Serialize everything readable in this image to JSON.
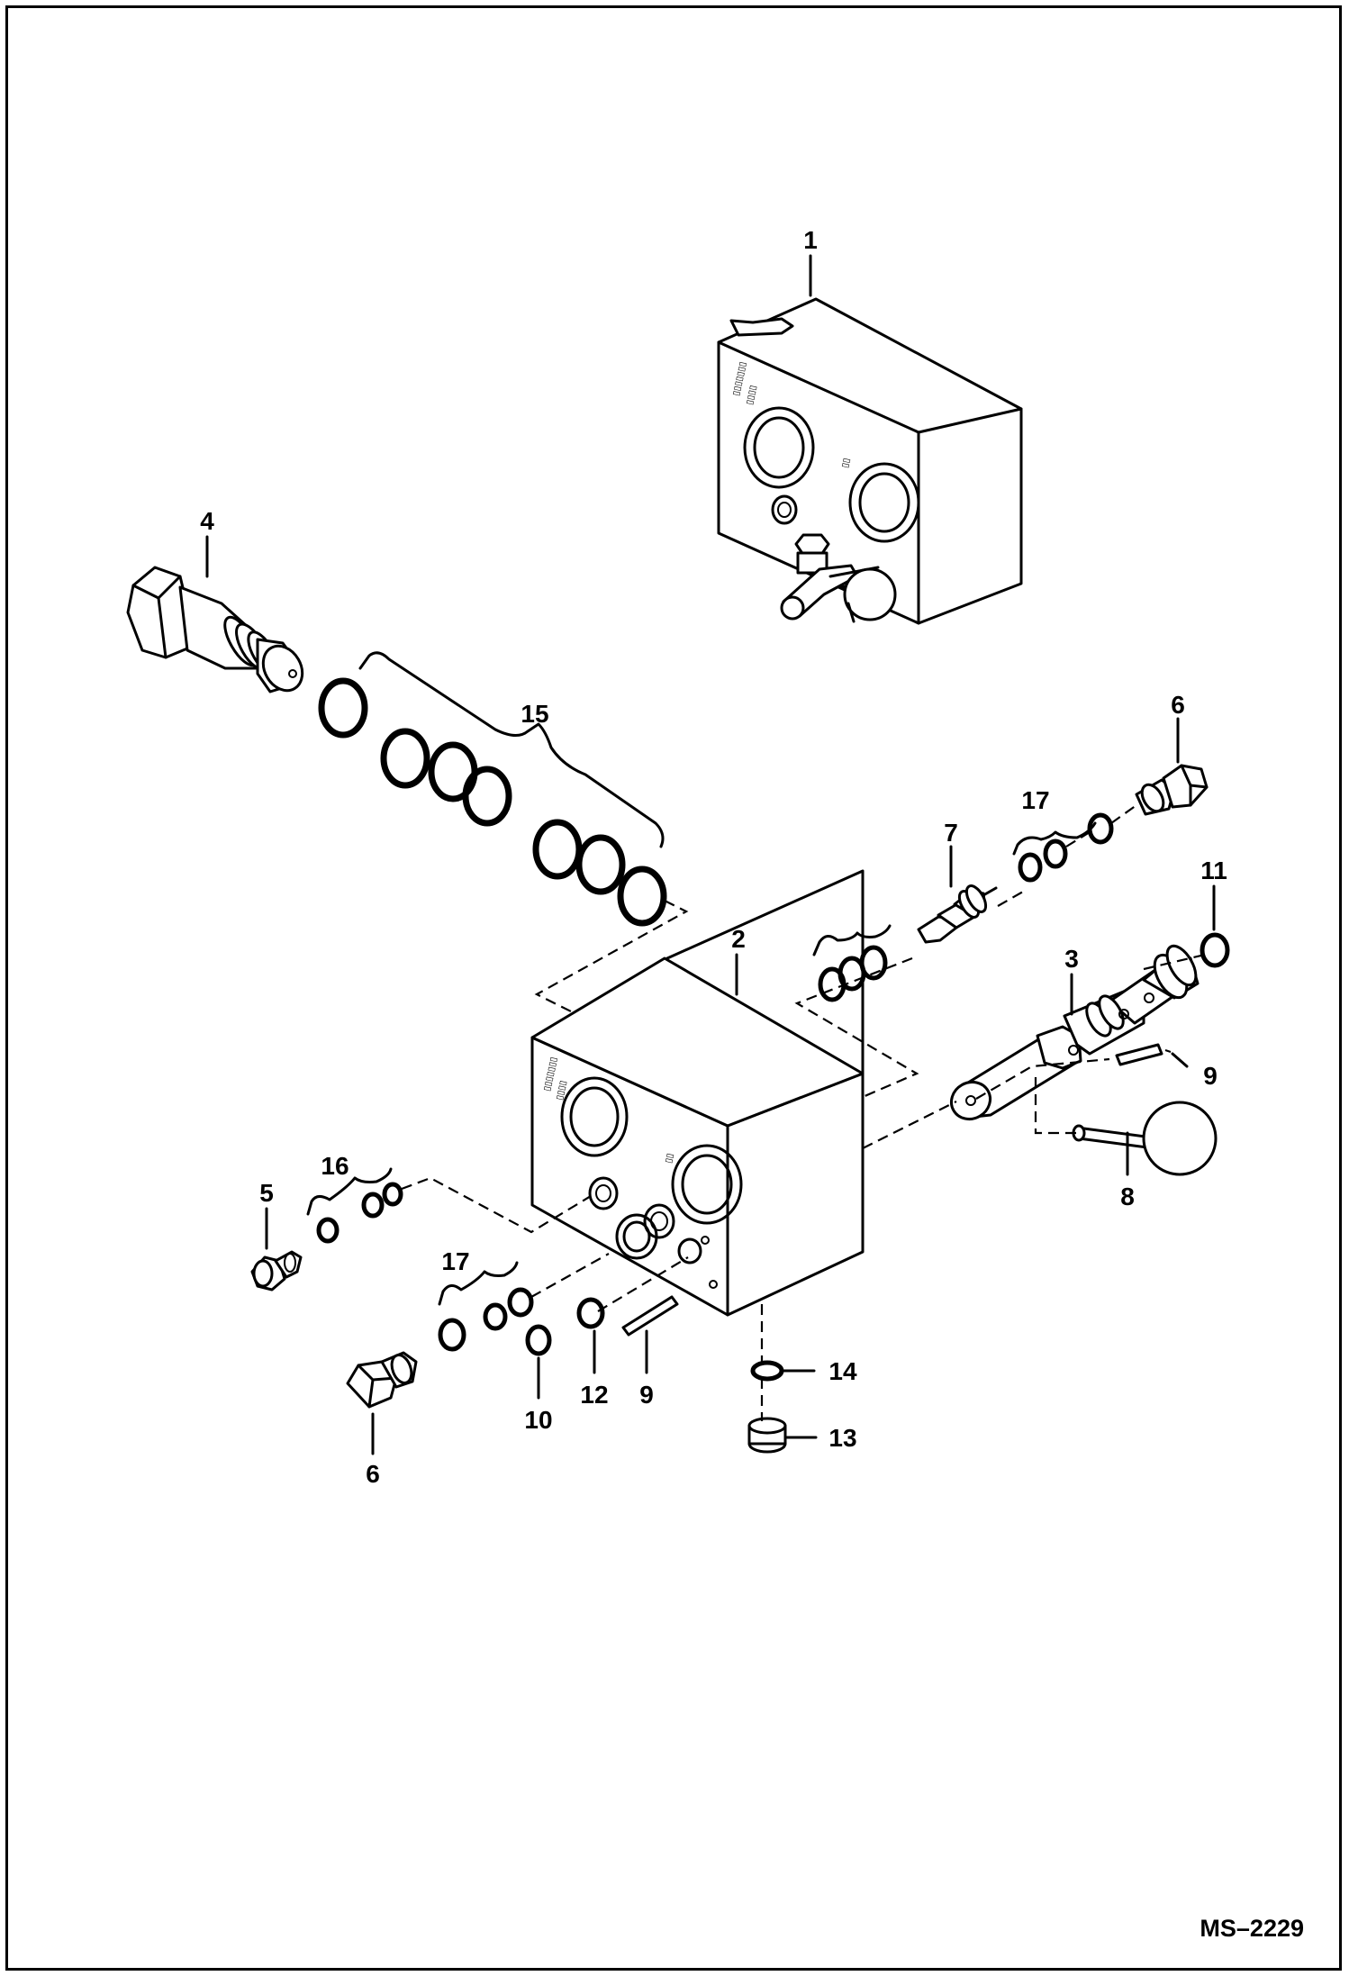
{
  "callouts": {
    "c1": "1",
    "c2": "2",
    "c3": "3",
    "c4": "4",
    "c5": "5",
    "c6a": "6",
    "c6b": "6",
    "c7": "7",
    "c8": "8",
    "c9a": "9",
    "c9b": "9",
    "c10": "10",
    "c11": "11",
    "c12": "12",
    "c13": "13",
    "c14": "14",
    "c15": "15",
    "c16": "16",
    "c17a": "17",
    "c17b": "17"
  },
  "figure_id": "MS–2229"
}
